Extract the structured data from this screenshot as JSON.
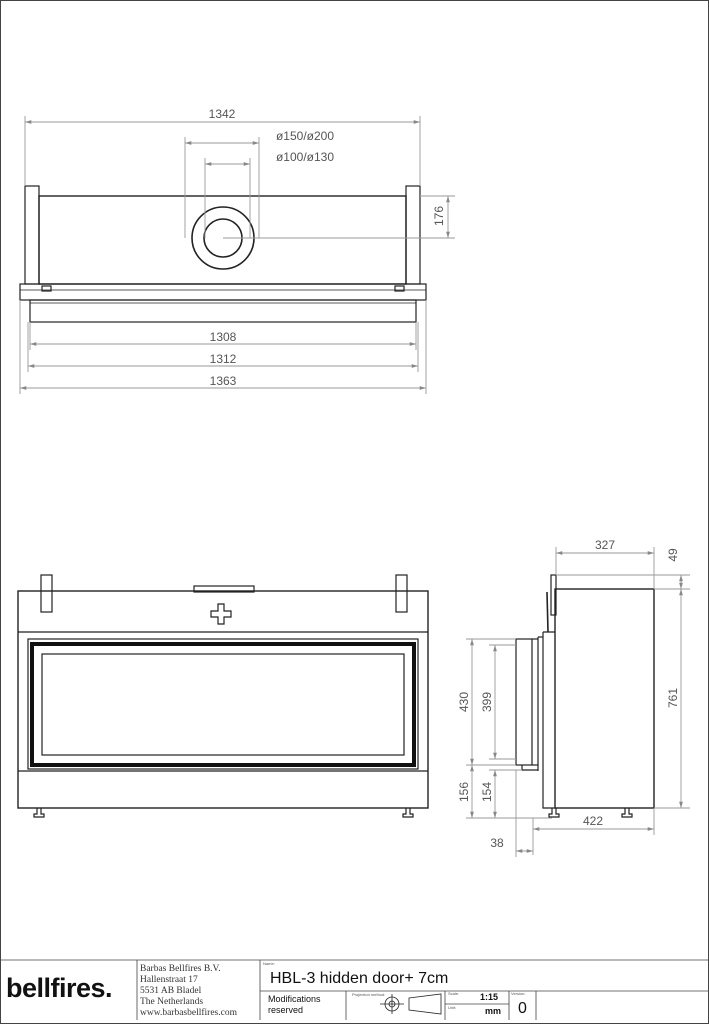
{
  "top_view": {
    "width_overall_top": "1342",
    "flue_outer": "ø150/ø200",
    "flue_inner": "ø100/ø130",
    "flue_offset": "176",
    "width_glass": "1308",
    "width_frame": "1312",
    "width_total": "1363"
  },
  "side_view": {
    "depth": "327",
    "top_offset": "49",
    "height_total": "761",
    "opening_height": "430",
    "glass_height": "399",
    "base_156": "156",
    "base_154": "154",
    "depth_422": "422",
    "frame_38": "38"
  },
  "title_block": {
    "logo": "bellfires.",
    "company": "Barbas Bellfires B.V.",
    "street": "Hallenstraat 17",
    "city": "5531 AB Bladel",
    "country": "The Netherlands",
    "website": "www.barbasbellfires.com",
    "name_label": "Name:",
    "name": "HBL-3 hidden door+ 7cm",
    "modifications": "Modifications reserved",
    "modifications_line1": "Modifications",
    "modifications_line2": "reserved",
    "projection_label": "Projection method:",
    "scale_label": "Scale:",
    "scale": "1:15",
    "unit_label": "Unit:",
    "unit": "mm",
    "version_label": "Version:",
    "version": "0"
  }
}
